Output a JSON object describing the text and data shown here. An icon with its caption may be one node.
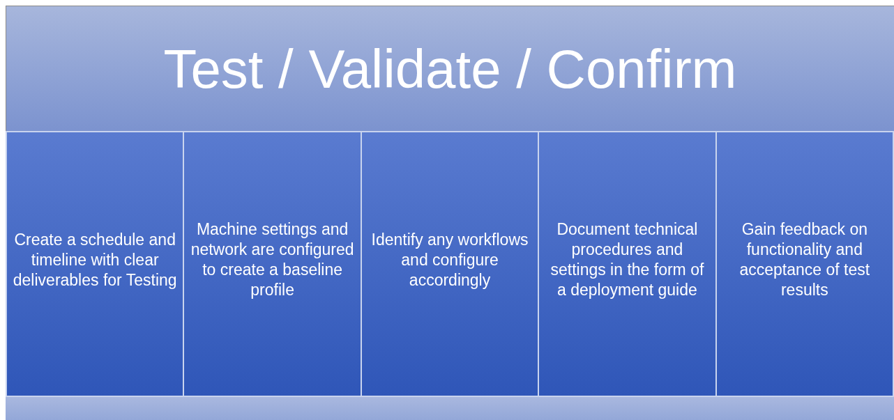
{
  "diagram": {
    "title": "Test / Validate / Confirm",
    "nodes": [
      {
        "text": [
          "Create a schedule and timeline with clear deliverables for Testing"
        ]
      },
      {
        "text": [
          "Machine settings and network are configured to create a baseline profile"
        ]
      },
      {
        "text": [
          "Identify any workflows and configure accordingly"
        ]
      },
      {
        "text": [
          "Document technical procedures and settings in the form of a deployment guide"
        ]
      },
      {
        "text": [
          "Gain feedback on functionality and acceptance of test results"
        ]
      }
    ]
  }
}
